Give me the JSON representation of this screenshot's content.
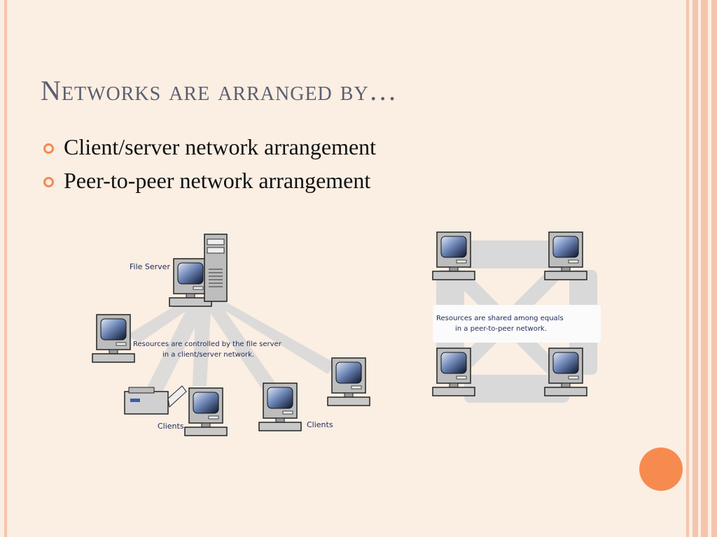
{
  "slide": {
    "title": "Networks are arranged by…",
    "bullets": [
      "Client/server network arrangement",
      "Peer-to-peer network arrangement"
    ]
  },
  "client_server": {
    "file_server_label": "File Server",
    "caption_line1": "Resources are controlled by the file server",
    "caption_line2": "in a client/server network.",
    "clients_label_left": "Clients",
    "clients_label_right": "Clients"
  },
  "peer_to_peer": {
    "caption_line1": "Resources are shared among equals",
    "caption_line2": "in a peer-to-peer network."
  },
  "colors": {
    "background": "#fbeee3",
    "accent": "#f78b4f",
    "title": "#5a5f6e"
  }
}
